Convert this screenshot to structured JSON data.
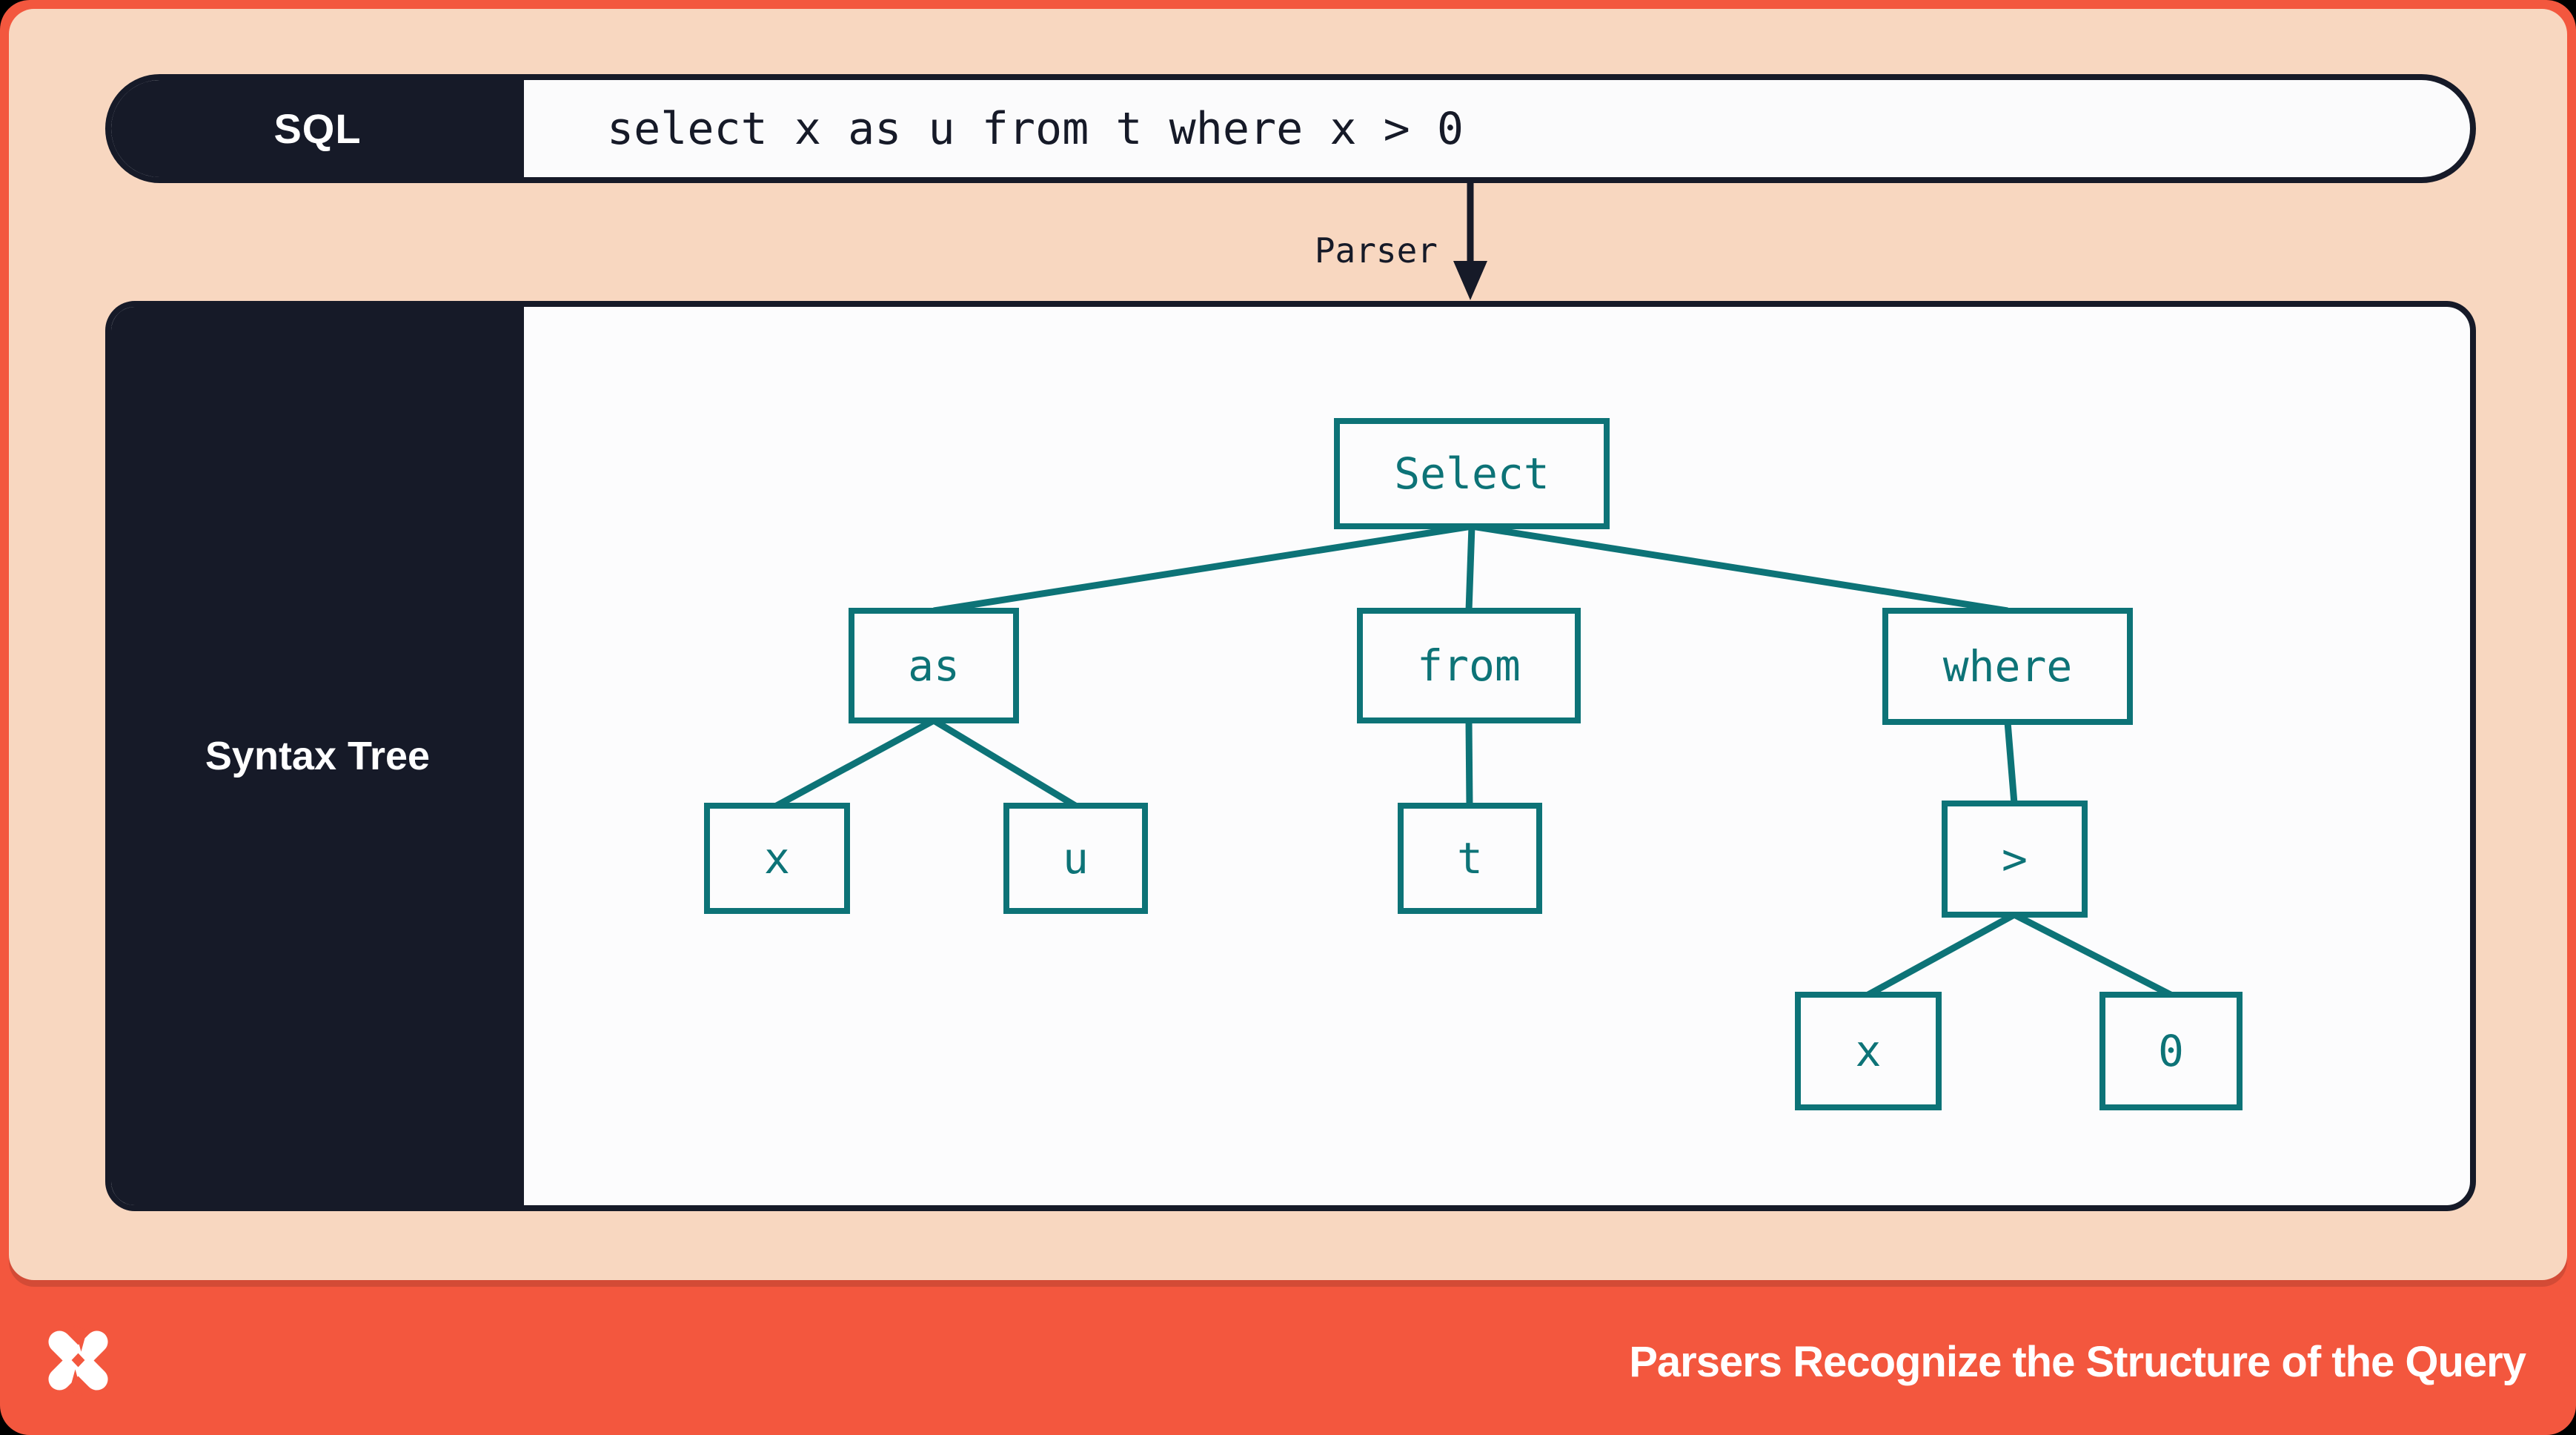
{
  "sql_bar": {
    "tag": "SQL",
    "query": "select x as u from t where x > 0"
  },
  "parser": {
    "label": "Parser"
  },
  "syntax_tree": {
    "tag": "Syntax Tree",
    "nodes": [
      {
        "id": "select",
        "label": "Select"
      },
      {
        "id": "as",
        "label": "as"
      },
      {
        "id": "from",
        "label": "from"
      },
      {
        "id": "where",
        "label": "where"
      },
      {
        "id": "x1",
        "label": "x"
      },
      {
        "id": "u",
        "label": "u"
      },
      {
        "id": "t",
        "label": "t"
      },
      {
        "id": "gt",
        "label": ">"
      },
      {
        "id": "x2",
        "label": "x"
      },
      {
        "id": "zero",
        "label": "0"
      }
    ],
    "edges": [
      [
        "select",
        "as"
      ],
      [
        "select",
        "from"
      ],
      [
        "select",
        "where"
      ],
      [
        "as",
        "x1"
      ],
      [
        "as",
        "u"
      ],
      [
        "from",
        "t"
      ],
      [
        "where",
        "gt"
      ],
      [
        "gt",
        "x2"
      ],
      [
        "gt",
        "zero"
      ]
    ]
  },
  "footer": {
    "caption": "Parsers Recognize the Structure of the Query",
    "logo": "four-point-star-logo"
  },
  "colors": {
    "orange": "#f3573e",
    "peach": "#f8d7c0",
    "navy": "#161a28",
    "teal": "#0d7377",
    "paper": "#fcfcfd"
  }
}
